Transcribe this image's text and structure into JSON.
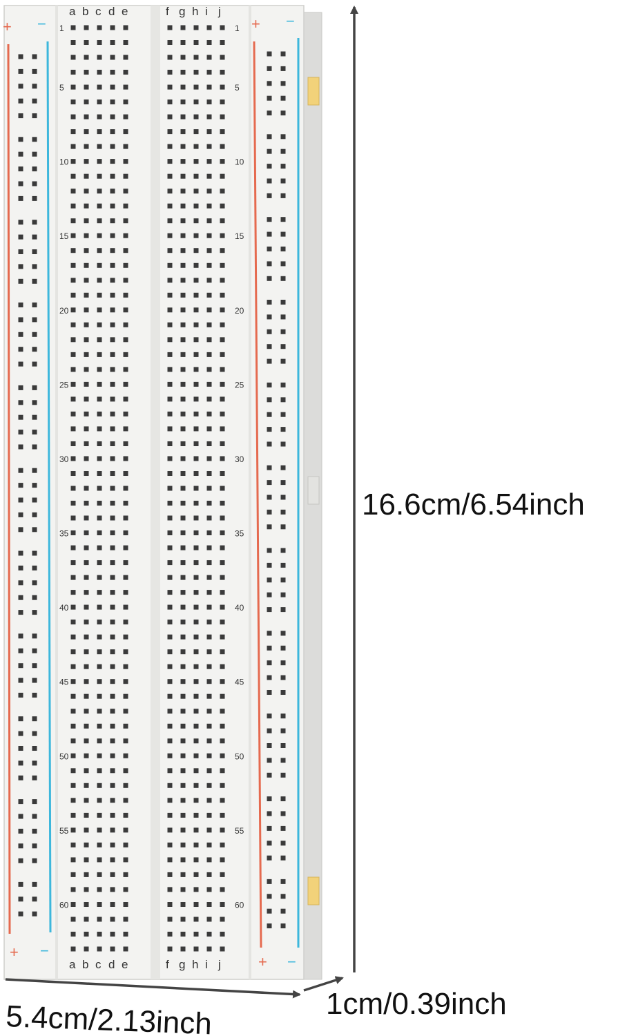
{
  "board": {
    "rows": 63,
    "row_labels": [
      "1",
      "5",
      "10",
      "15",
      "20",
      "25",
      "30",
      "35",
      "40",
      "45",
      "50",
      "55",
      "60"
    ],
    "left_columns": [
      "a",
      "b",
      "c",
      "d",
      "e"
    ],
    "right_columns": [
      "f",
      "g",
      "h",
      "i",
      "j"
    ],
    "plus_sign": "+",
    "minus_sign": "−",
    "colors": {
      "board": "#f3f3f1",
      "hole": "#3a3a3a",
      "plus_rail": "#e56a4f",
      "minus_rail": "#3db7dc",
      "connector_tab": "#f2d27a"
    }
  },
  "dimensions": {
    "height_label": "16.6cm/6.54inch",
    "width_label": "5.4cm/2.13inch",
    "depth_label": "1cm/0.39inch",
    "arrow_color": "#444444"
  }
}
